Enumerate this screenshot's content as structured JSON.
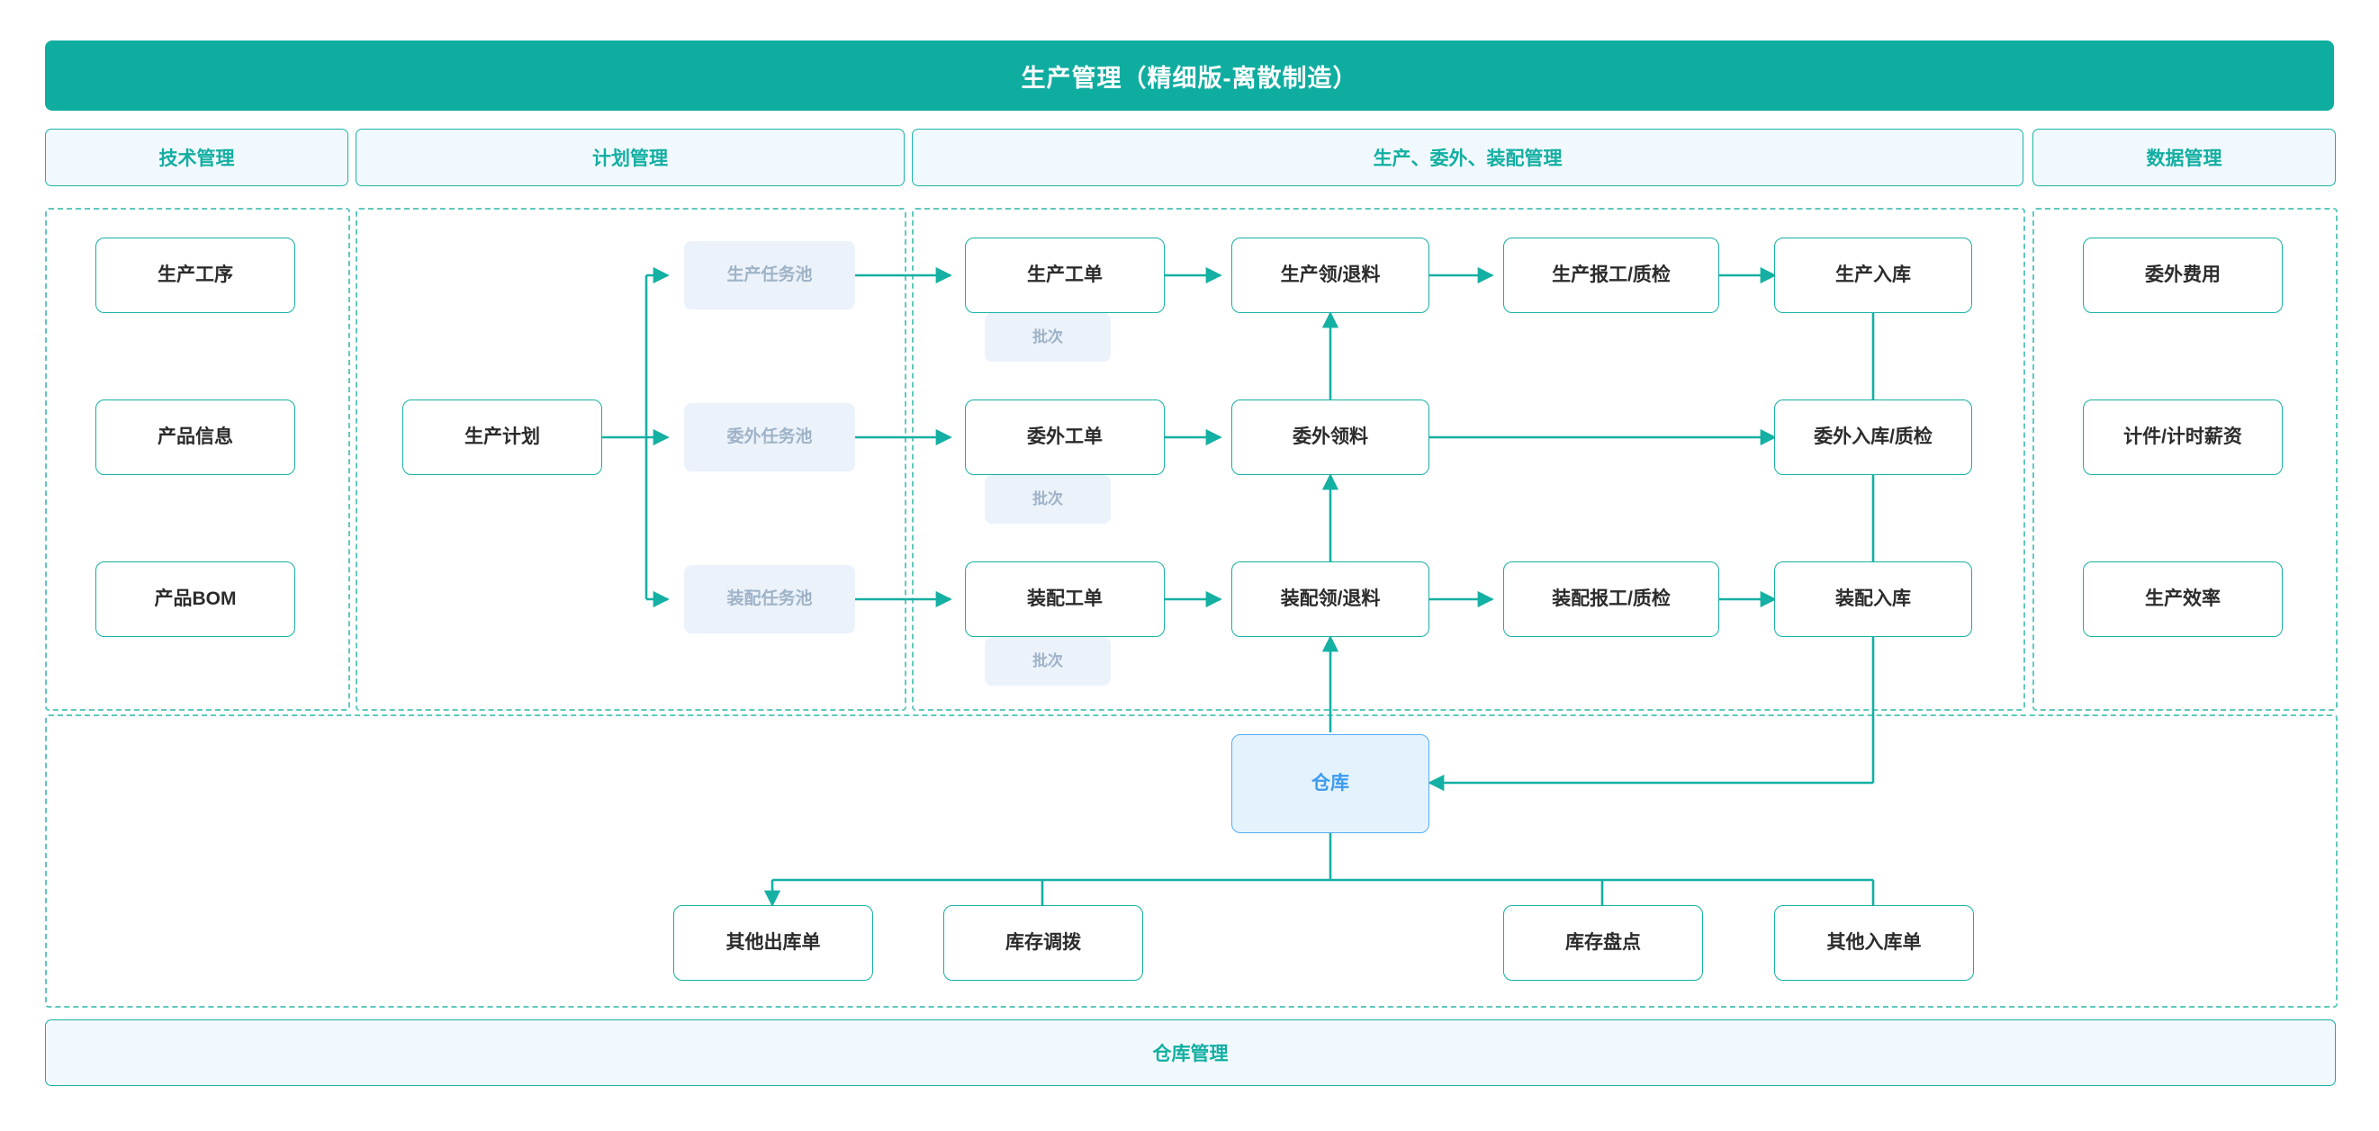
{
  "banner": {
    "title": "生产管理（精细版-离散制造）"
  },
  "colors": {
    "brand_teal": "#0FADA0",
    "node_border": "#15B0A3",
    "dashed_border": "#5FC8BF",
    "pool_fill": "#EBF2FA",
    "pool_text": "#9FB3C8",
    "warehouse_fill": "#E4F2FD",
    "warehouse_border": "#55AEF5",
    "warehouse_text": "#3D9BF0",
    "section_fill": "#F2F9FE",
    "node_text": "#2B2B2B"
  },
  "sections": [
    {
      "id": "tech",
      "label": "技术管理"
    },
    {
      "id": "plan",
      "label": "计划管理"
    },
    {
      "id": "prod",
      "label": "生产、委外、装配管理"
    },
    {
      "id": "data",
      "label": "数据管理"
    }
  ],
  "tech_nodes": [
    {
      "label": "生产工序"
    },
    {
      "label": "产品信息"
    },
    {
      "label": "产品BOM"
    }
  ],
  "plan_nodes": [
    {
      "label": "生产计划"
    }
  ],
  "pool_nodes": [
    {
      "label": "生产任务池"
    },
    {
      "label": "委外任务池"
    },
    {
      "label": "装配任务池"
    }
  ],
  "workorder_nodes": [
    {
      "label": "生产工单"
    },
    {
      "label": "委外工单"
    },
    {
      "label": "装配工单"
    }
  ],
  "batch_labels": [
    {
      "label": "批次"
    },
    {
      "label": "批次"
    },
    {
      "label": "批次"
    }
  ],
  "material_nodes": [
    {
      "label": "生产领/退料"
    },
    {
      "label": "委外领料"
    },
    {
      "label": "装配领/退料"
    }
  ],
  "report_nodes": [
    {
      "label": "生产报工/质检"
    },
    {
      "label": "装配报工/质检"
    }
  ],
  "stockin_nodes": [
    {
      "label": "生产入库"
    },
    {
      "label": "委外入库/质检"
    },
    {
      "label": "装配入库"
    }
  ],
  "data_nodes": [
    {
      "label": "委外费用"
    },
    {
      "label": "计件/计时薪资"
    },
    {
      "label": "生产效率"
    }
  ],
  "warehouse": {
    "label": "仓库"
  },
  "warehouse_nodes": [
    {
      "label": "其他出库单"
    },
    {
      "label": "库存调拨"
    },
    {
      "label": "库存盘点"
    },
    {
      "label": "其他入库单"
    }
  ],
  "footer": {
    "label": "仓库管理"
  }
}
